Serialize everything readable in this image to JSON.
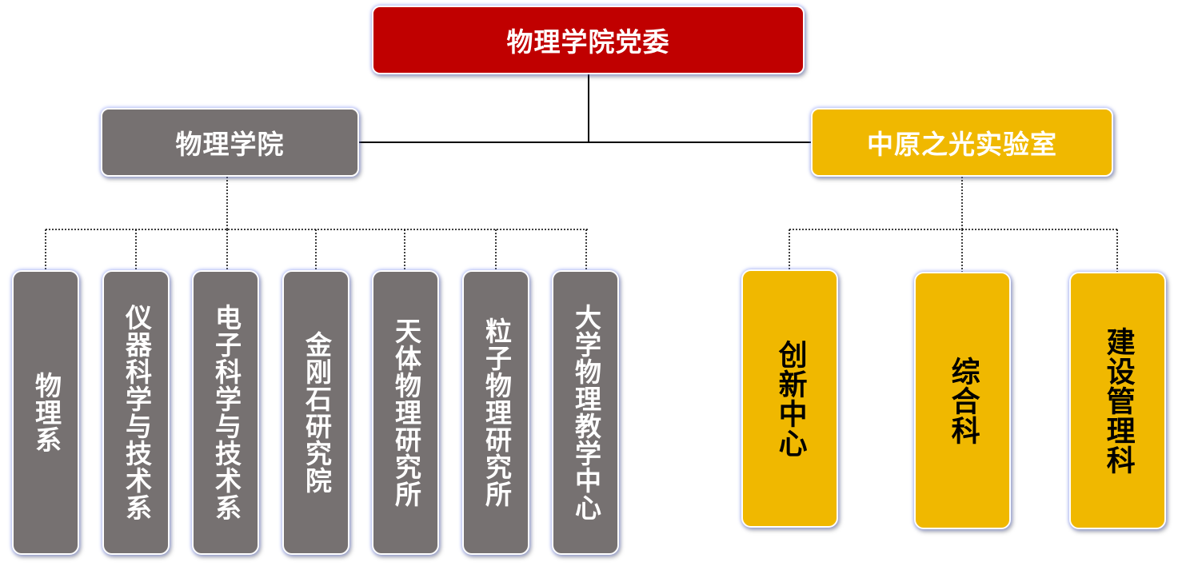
{
  "diagram": {
    "root": {
      "label": "物理学院党委"
    },
    "left_branch": {
      "label": "物理学院",
      "children": [
        {
          "label": "物理系"
        },
        {
          "label": "仪器科学与技术系"
        },
        {
          "label": "电子科学与技术系"
        },
        {
          "label": "金刚石研究院"
        },
        {
          "label": "天体物理研究所"
        },
        {
          "label": "粒子物理研究所"
        },
        {
          "label": "大学物理教学中心"
        }
      ]
    },
    "right_branch": {
      "label": "中原之光实验室",
      "children": [
        {
          "label": "创新中心"
        },
        {
          "label": "综合科"
        },
        {
          "label": "建设管理科"
        }
      ]
    }
  },
  "colors": {
    "root_fill": "#c00000",
    "left_branch_fill": "#767171",
    "right_branch_fill": "#f0b800",
    "text": "#ffffff",
    "right_leaf_text": "#000000",
    "line": "#000000"
  }
}
